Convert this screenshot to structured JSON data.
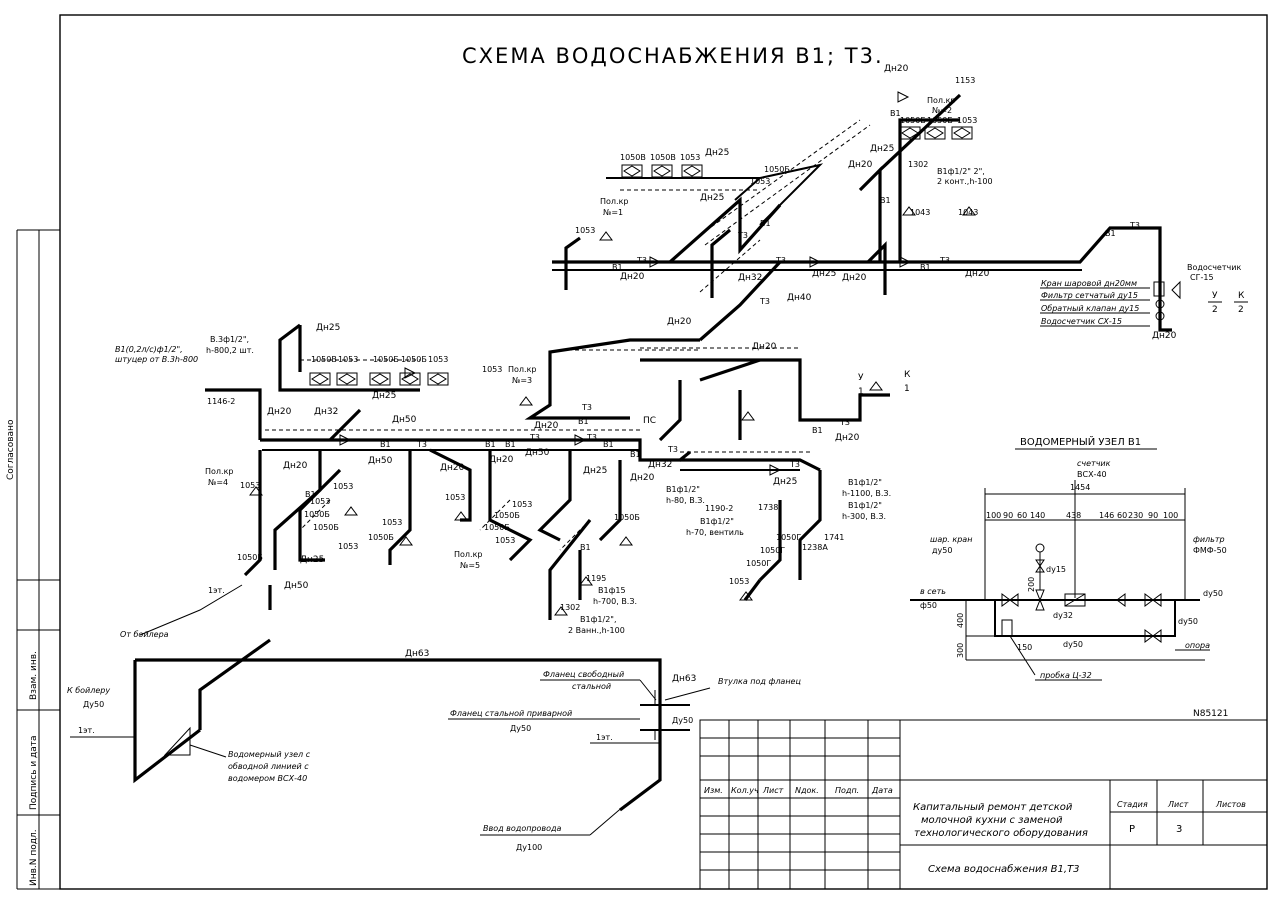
{
  "drawing": {
    "title": "СХЕМА ВОДОСНАБЖЕНИЯ В1; Т3.",
    "sheet_code": "N85121",
    "side_labels": [
      "Согласовано",
      "Взам. инв.",
      "Подпись и дата",
      "Инв.N подл."
    ],
    "pipe_labels": {
      "dn20": "Дн20",
      "dn25": "Дн25",
      "dn32": "Дн32",
      "dn40": "Дн40",
      "dn50": "Дн50",
      "dn63": "Дн63",
      "b1": "В1",
      "t3": "Т3",
      "ps": "ПС",
      "du50": "Ду50",
      "du100": "Ду100"
    },
    "fixtures": {
      "f1053": "1053",
      "f1050b": "1050Б",
      "f1050v": "1050В",
      "f1050g": "1050Г",
      "f1043": "1043",
      "f1146_2": "1146-2",
      "f1153": "1153",
      "f1302": "1302",
      "f1195": "1195",
      "f1190_2": "1190-2",
      "f1738": "1738",
      "f1741": "1741",
      "f1238a": "1238А"
    },
    "valves": {
      "pk1": "Пол.кр",
      "n1": "№=1",
      "n2": "№=2",
      "n3": "№=3",
      "n4": "№=4",
      "n5": "№=5"
    },
    "notes": {
      "b1_02": "В1(0,2л/с)ф1/2\",",
      "shtutser": "штуцер от В.3h-800",
      "b3": "В.3ф1/2\",",
      "h800_2": "h-800,2 шт.",
      "b1_12a": "В1ф1/2\"",
      "h80": "h-80, В.З.",
      "b1_12b": "В1ф1/2\"",
      "h70": "h-70, вентиль",
      "b1_12c": "В1ф1/2\"",
      "h1100": "h-1100, В.З.",
      "b1_12d": "В1ф1/2\"",
      "h300": "h-300, В.З.",
      "b1_15": "В1ф15",
      "h700": "h-700, В.З.",
      "b1_12e": "В1ф1/2\",",
      "vann": "2 Ванн.,h-100",
      "b1_12f": "В1ф1/2\" 2\",",
      "kont": "2 конт.,h-100",
      "u1": "У",
      "u1_den": "1",
      "k1": "К",
      "k1_den": "1",
      "u2": "У",
      "u2_den": "2",
      "k2": "К",
      "k2_den": "2"
    },
    "meter_legend": {
      "vodoschetchik": "Водосчетчик",
      "sg15": "СГ-15",
      "kran": "Кран шаровой дн20мм",
      "filtr": "Фильтр сетчатый ду15",
      "obr": "Обратный клапан ду15",
      "vsch": "Водосчетчик СХ-15"
    },
    "lower": {
      "k_boileru": "К бойлеру",
      "du50": "Ду50",
      "ot_boilera": "От бойлера",
      "urov": "1эт.",
      "urov2": "1эт.",
      "urov3": "1эт.",
      "flanec_svob": "Фланец свободный",
      "stalnoy": "стальной",
      "vtulka": "Втулка под фланец",
      "flanec_priv": "Фланец стальной приварной",
      "vvod": "Ввод водопровода",
      "du100": "Ду100",
      "vodouzel1": "Водомерный узел с",
      "vodouzel2": "обводной линией с",
      "vodouzel3": "водомером ВСХ-40"
    },
    "meter_node": {
      "title": "ВОДОМЕРНЫЙ УЗЕЛ  В1",
      "total": "1454",
      "dims": [
        "100",
        "90",
        "60",
        "140",
        "438",
        "146",
        "60",
        "230",
        "90",
        "100"
      ],
      "schetchik": "счетчик",
      "vsx40": "ВСХ-40",
      "filtr": "фильтр",
      "fmf50": "ФМФ-50",
      "shar_kran": "шар. кран",
      "du50a": "ду50",
      "v_set": "в сеть",
      "du50b": "ф50",
      "du15": "dу15",
      "du32": "dу32",
      "du50c": "dу50",
      "du50d": "dу50",
      "du50e": "dу50",
      "d200": "200",
      "d400": "400",
      "d300": "300",
      "d150": "150",
      "probka": "пробка Ц-32",
      "opora": "опора"
    },
    "title_block": {
      "headers": [
        "Изм.",
        "Кол.уч",
        "Лист",
        "Nдок.",
        "Подп.",
        "Дата"
      ],
      "project": [
        "Капитальный ремонт детской",
        "молочной кухни с заменой",
        "технологического оборудования"
      ],
      "stage_label": "Стадия",
      "sheet_label": "Лист",
      "sheets_label": "Листов",
      "stage": "Р",
      "sheet": "3",
      "sheets": "",
      "drawing_name": "Схема водоснабжения В1,Т3"
    }
  }
}
